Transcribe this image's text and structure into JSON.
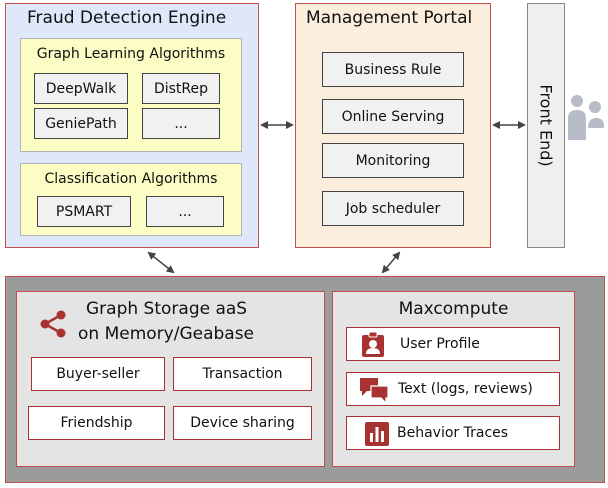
{
  "fraud_engine": {
    "title": "Fraud Detection Engine",
    "graph_learning": {
      "title": "Graph Learning Algorithms",
      "items": [
        "DeepWalk",
        "DistRep",
        "GeniePath",
        "..."
      ]
    },
    "classification": {
      "title": "Classification Algorithms",
      "items": [
        "PSMART",
        "..."
      ]
    }
  },
  "management_portal": {
    "title": "Management Portal",
    "items": [
      "Business Rule",
      "Online Serving",
      "Monitoring",
      "Job scheduler"
    ]
  },
  "front_end": {
    "label": "Front End)",
    "icon": "users-icon"
  },
  "graph_storage": {
    "title_line1": "Graph Storage aaS",
    "title_line2": "on Memory/Geabase",
    "icon": "share-icon",
    "items": [
      "Buyer-seller",
      "Transaction",
      "Friendship",
      "Device sharing"
    ]
  },
  "maxcompute": {
    "title": "Maxcompute",
    "items": [
      {
        "label": "User Profile",
        "icon": "id-badge-icon"
      },
      {
        "label": "Text (logs, reviews)",
        "icon": "chat-icon"
      },
      {
        "label": "Behavior Traces",
        "icon": "bar-chart-icon"
      }
    ]
  },
  "colors": {
    "fraud_bg": "#dfe8fb",
    "portal_bg": "#fbeedd",
    "algo_group_bg": "#fcfcc5",
    "bottom_bg": "#9b9b9b",
    "accent_red": "#a83232"
  }
}
